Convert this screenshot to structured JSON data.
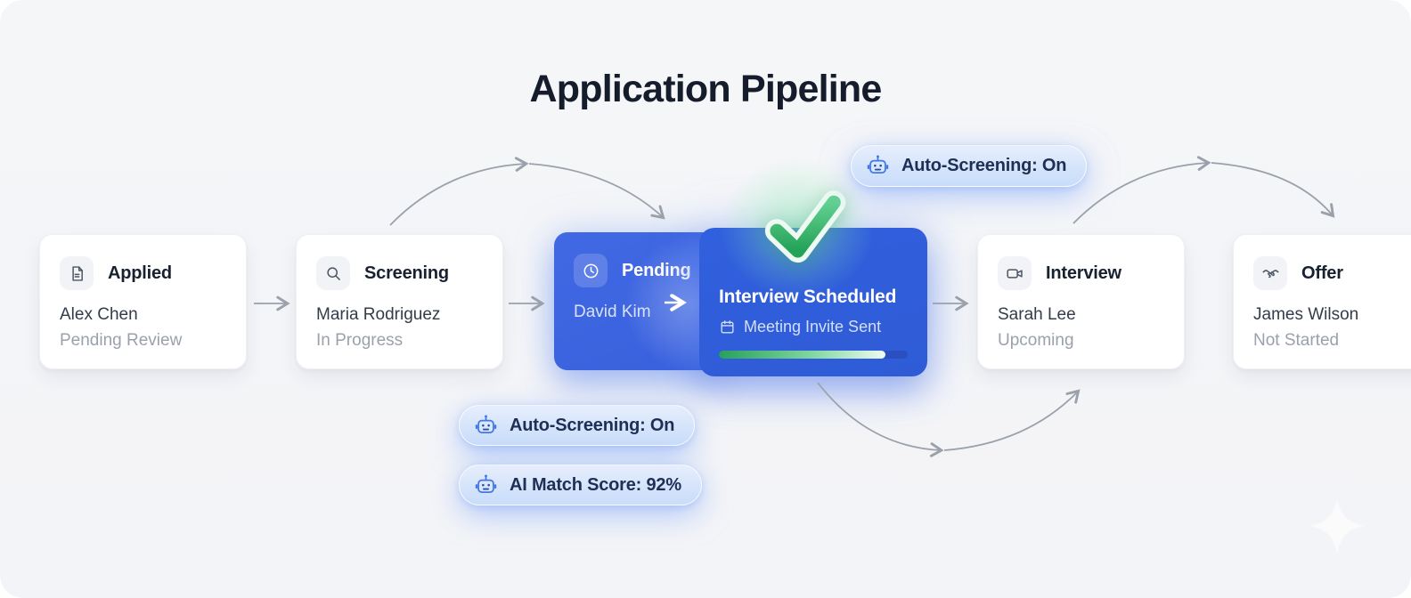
{
  "page": {
    "title": "Application Pipeline"
  },
  "colors": {
    "accent_blue": "#3560dd",
    "success_green": "#34b06a",
    "badge_blue": "#cfe0fb",
    "arrow_gray": "#9aa1ab"
  },
  "stages": [
    {
      "id": "applied",
      "icon": "document-icon",
      "title": "Applied",
      "name": "Alex Chen",
      "status": "Pending Review"
    },
    {
      "id": "screening",
      "icon": "search-icon",
      "title": "Screening",
      "name": "Maria Rodriguez",
      "status": "In Progress"
    },
    {
      "id": "pending",
      "icon": "clock-icon",
      "title": "Pending",
      "name": "David Kim"
    },
    {
      "id": "interview-scheduled",
      "icon": "calendar-icon",
      "title": "Interview Scheduled",
      "status": "Meeting Invite Sent",
      "progress_percent": 88,
      "check_icon": "check-icon"
    },
    {
      "id": "interview",
      "icon": "video-camera-icon",
      "title": "Interview",
      "name": "Sarah Lee",
      "status": "Upcoming"
    },
    {
      "id": "offer",
      "icon": "handshake-icon",
      "title": "Offer",
      "name": "James Wilson",
      "status": "Not Started"
    }
  ],
  "badges": {
    "top": {
      "icon": "robot-icon",
      "label": "Auto-Screening: On"
    },
    "bottom": [
      {
        "icon": "robot-icon",
        "label": "Auto-Screening: On"
      },
      {
        "icon": "robot-icon",
        "label": "AI Match Score: 92%"
      }
    ]
  }
}
